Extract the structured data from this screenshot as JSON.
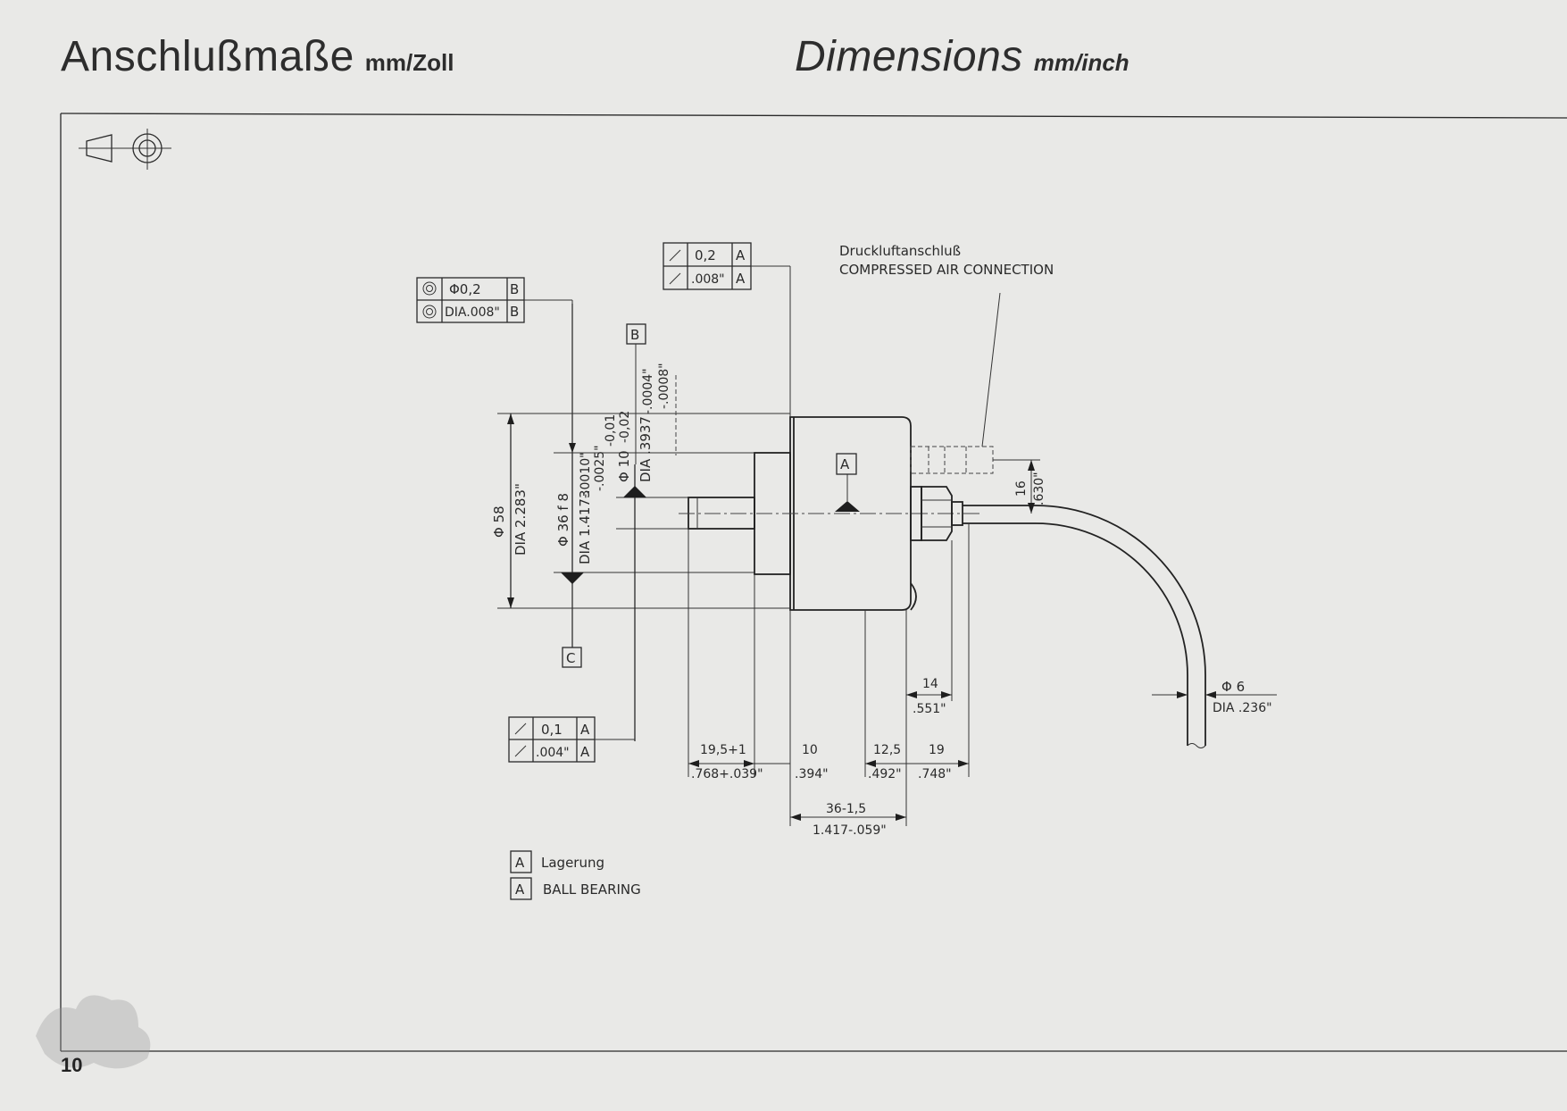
{
  "header": {
    "title_de": "Anschlußmaße",
    "unit_de": "mm/Zoll",
    "title_en": "Dimensions",
    "unit_en": "mm/inch"
  },
  "footer": {
    "page_number": "10"
  },
  "drawing": {
    "projection_symbol": "first-angle-projection-icon",
    "tolerance_frames": {
      "concentricity_b": {
        "row1_value": "Φ0,2",
        "row1_datum": "B",
        "row2_value": "DIA.008\"",
        "row2_datum": "B"
      },
      "runout_top": {
        "row1_value": "0,2",
        "row1_datum": "A",
        "row2_value": ".008\"",
        "row2_datum": "A"
      },
      "runout_bottom": {
        "row1_value": "0,1",
        "row1_datum": "A",
        "row2_value": ".004\"",
        "row2_datum": "A"
      }
    },
    "datum_labels": {
      "b": "B",
      "c": "C",
      "a": "A"
    },
    "diameters": {
      "outer_mm": "Φ 58",
      "outer_in": "DIA 2.283\"",
      "flange_mm": "Φ 36 f 8",
      "flange_in": "DIA 1.4173",
      "flange_tol_upper": "-.0010\"",
      "flange_tol_lower": "-.0025\"",
      "shaft_mm": "Φ 10",
      "shaft_tol_upper": "-0,01",
      "shaft_tol_lower": "-0,02",
      "shaft_in": "DIA .3937",
      "shaft_in_tol_upper": "-.0004\"",
      "shaft_in_tol_lower": "-.0008\""
    },
    "air_connection": {
      "label_de": "Druckluftanschluß",
      "label_en": "COMPRESSED AIR CONNECTION",
      "offset_mm": "16",
      "offset_in": ".630\""
    },
    "tube": {
      "dia_mm": "Φ 6",
      "dia_in": "DIA .236\""
    },
    "lengths": {
      "fitting_mm": "14",
      "fitting_in": ".551\"",
      "shaft_mm": "19,5+1",
      "shaft_in": ".768+.039\"",
      "flange_mm": "10",
      "flange_in": ".394\"",
      "bearing_mm": "12,5",
      "bearing_in": ".492\"",
      "rear_mm": "19",
      "rear_in": ".748\"",
      "body_mm": "36-1,5",
      "body_in": "1.417-.059\""
    },
    "legend": {
      "symbol": "A",
      "label_de": "Lagerung",
      "label_en": "BALL BEARING"
    }
  },
  "colors": {
    "paper": "#e9e9e7",
    "ink": "#2a2a2a"
  }
}
